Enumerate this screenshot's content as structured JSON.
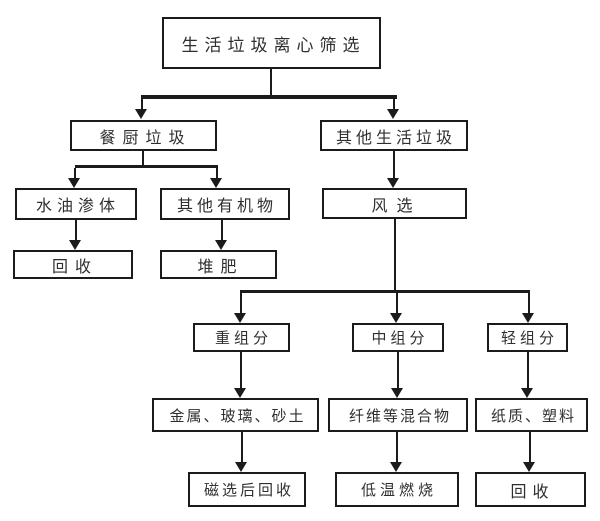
{
  "diagram": {
    "type": "flowchart",
    "language": "zh-CN",
    "nodes": {
      "root": {
        "label": "生活垃圾离心筛选"
      },
      "kitchen": {
        "label": "餐厨垃圾"
      },
      "other_waste": {
        "label": "其他生活垃圾"
      },
      "water_oil": {
        "label": "水油渗体"
      },
      "other_organic": {
        "label": "其他有机物"
      },
      "wind_selection": {
        "label": "风选"
      },
      "recycle_left": {
        "label": "回收"
      },
      "compost": {
        "label": "堆肥"
      },
      "heavy": {
        "label": "重组分"
      },
      "medium": {
        "label": "中组分"
      },
      "light": {
        "label": "轻组分"
      },
      "metal_glass_sand": {
        "label": "金属、玻璃、砂土"
      },
      "fiber_mixture": {
        "label": "纤维等混合物"
      },
      "paper_plastic": {
        "label": "纸质、塑料"
      },
      "magnetic_recycle": {
        "label": "磁选后回收"
      },
      "low_temp_burn": {
        "label": "低温燃烧"
      },
      "recycle_right": {
        "label": "回收"
      }
    },
    "edges": [
      [
        "root",
        "kitchen"
      ],
      [
        "root",
        "other_waste"
      ],
      [
        "kitchen",
        "water_oil"
      ],
      [
        "kitchen",
        "other_organic"
      ],
      [
        "water_oil",
        "recycle_left"
      ],
      [
        "other_organic",
        "compost"
      ],
      [
        "other_waste",
        "wind_selection"
      ],
      [
        "wind_selection",
        "heavy"
      ],
      [
        "wind_selection",
        "medium"
      ],
      [
        "wind_selection",
        "light"
      ],
      [
        "heavy",
        "metal_glass_sand"
      ],
      [
        "medium",
        "fiber_mixture"
      ],
      [
        "light",
        "paper_plastic"
      ],
      [
        "metal_glass_sand",
        "magnetic_recycle"
      ],
      [
        "fiber_mixture",
        "low_temp_burn"
      ],
      [
        "paper_plastic",
        "recycle_right"
      ]
    ],
    "colors": {
      "line": "#1b1b1b",
      "box_border": "#1b1b1b",
      "box_fill": "#ffffff",
      "text": "#2f2f2f",
      "bg": "#ffffff"
    }
  }
}
